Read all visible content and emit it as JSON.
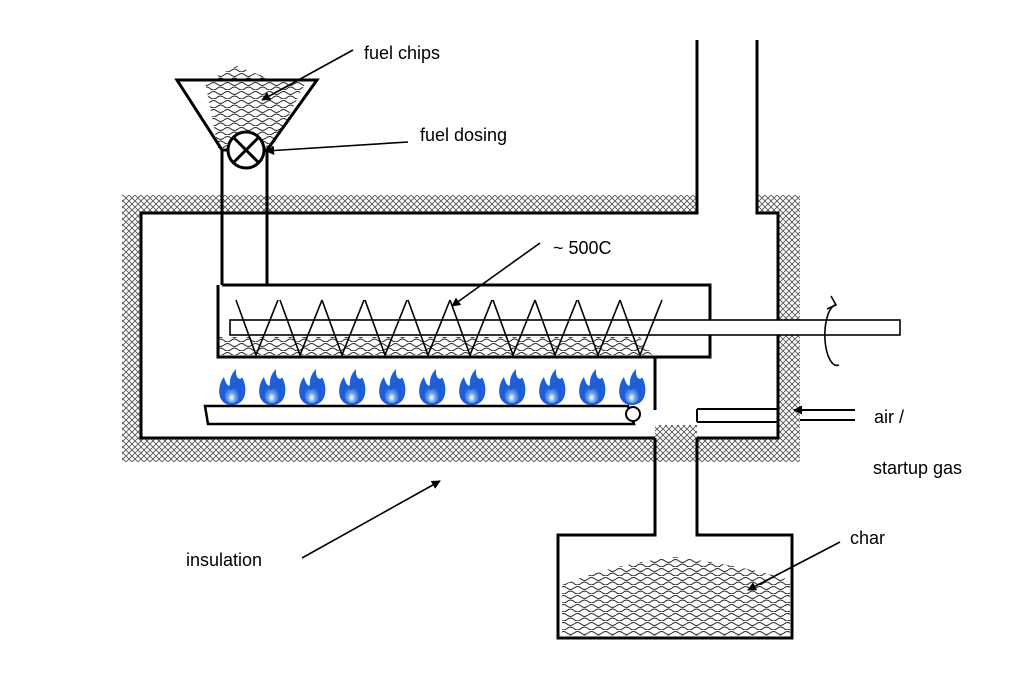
{
  "labels": {
    "fuel_chips": "fuel chips",
    "fuel_dosing": "fuel dosing",
    "temperature": "~ 500C",
    "air": "air /",
    "startup_gas": "startup gas",
    "insulation": "insulation",
    "char": "char"
  },
  "colors": {
    "outline": "#000000",
    "background": "#ffffff",
    "insulation_hatch": "#555555",
    "flame_outer": "#1f5fd6",
    "flame_mid": "#6aa4f0",
    "flame_inner": "#ffffff"
  },
  "burner": {
    "flame_count": 11
  },
  "icons": {
    "fuel_dosing_valve": "valve-icon",
    "auger_rotation": "rotation-icon"
  }
}
